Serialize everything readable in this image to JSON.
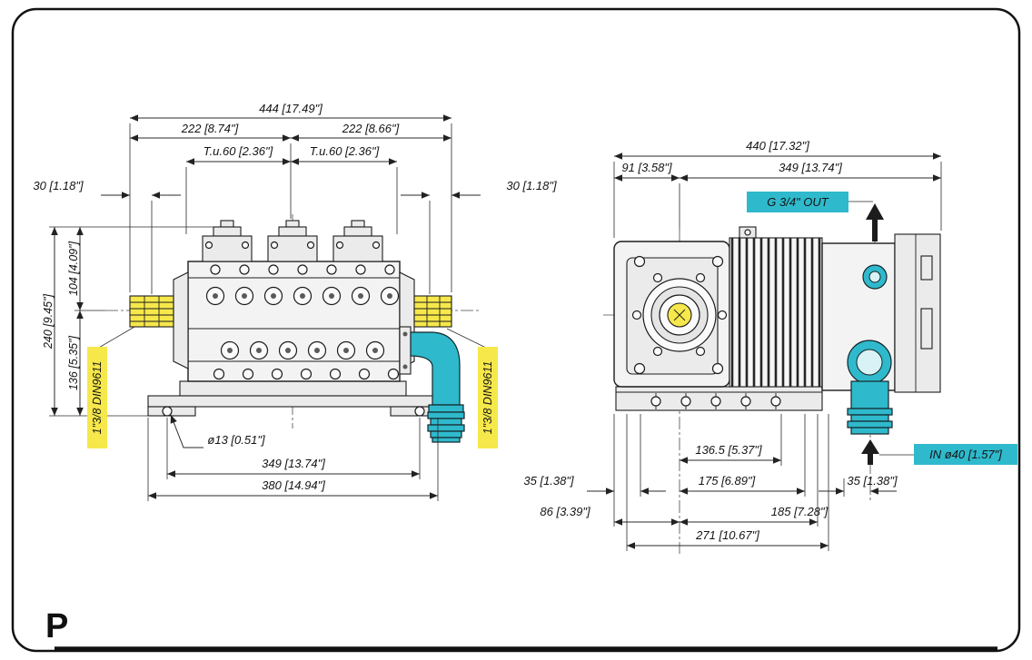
{
  "page": {
    "sheet_letter": "P"
  },
  "colors": {
    "cyan": "#2fb9cc",
    "yellow": "#f6e84b"
  },
  "front_view": {
    "dim_overall_width": "444 [17.49\"]",
    "dim_half_left": "222 [8.74\"]",
    "dim_half_right": "222 [8.66\"]",
    "dim_head_pitch_left": "T.u.60 [2.36\"]",
    "dim_head_pitch_right": "T.u.60 [2.36\"]",
    "dim_shaft_left": "30 [1.18\"]",
    "dim_shaft_right": "30 [1.18\"]",
    "dim_height_overall": "240 [9.45\"]",
    "dim_height_axis_top": "104 [4.09\"]",
    "dim_height_axis_bottom": "136 [5.35\"]",
    "label_shaft_left": "1\"3/8 DIN9611",
    "label_shaft_right": "1\"3/8 DIN9611",
    "dim_foot_hole": "ø13 [0.51\"]",
    "dim_foot_holes_span": "349 [13.74\"]",
    "dim_base_width": "380 [14.94\"]"
  },
  "side_view": {
    "dim_overall_depth": "440 [17.32\"]",
    "dim_shaft_to_front": "91 [3.58\"]",
    "dim_front_to_back": "349 [13.74\"]",
    "label_outlet": "G 3/4\" OUT",
    "label_inlet": "IN ø40 [1.57\"]",
    "dim_foot_front": "35 [1.38\"]",
    "dim_foot_front_edge": "86 [3.39\"]",
    "dim_axis_to_port": "136.5 [5.37\"]",
    "dim_axis_to_foot": "175 [6.89\"]",
    "dim_inlet_offset": "35 [1.38\"]",
    "dim_axis_to_back_foot": "185 [7.28\"]",
    "dim_base_depth": "271 [10.67\"]"
  }
}
